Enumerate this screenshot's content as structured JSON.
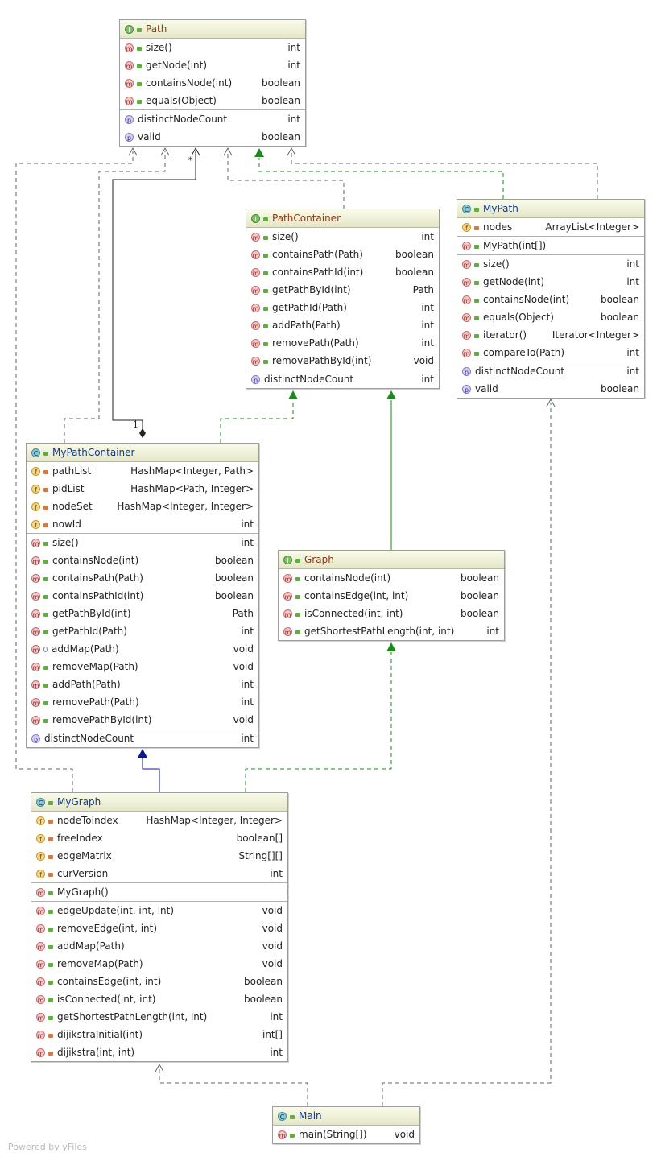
{
  "classes": [
    {
      "id": "Path",
      "kind": "interface",
      "name": "Path",
      "members": [
        {
          "badge": "m",
          "vis": "pub",
          "name": "size()",
          "type": "int"
        },
        {
          "badge": "m",
          "vis": "pub",
          "name": "getNode(int)",
          "type": "int"
        },
        {
          "badge": "m",
          "vis": "pub",
          "name": "containsNode(int)",
          "type": "boolean"
        },
        {
          "badge": "m",
          "vis": "pub",
          "name": "equals(Object)",
          "type": "boolean"
        },
        {
          "badge": "p",
          "vis": "none",
          "name": "distinctNodeCount",
          "type": "int",
          "sep": true
        },
        {
          "badge": "p",
          "vis": "none",
          "name": "valid",
          "type": "boolean"
        }
      ]
    },
    {
      "id": "PathContainer",
      "kind": "interface",
      "name": "PathContainer",
      "members": [
        {
          "badge": "m",
          "vis": "pub",
          "name": "size()",
          "type": "int"
        },
        {
          "badge": "m",
          "vis": "pub",
          "name": "containsPath(Path)",
          "type": "boolean"
        },
        {
          "badge": "m",
          "vis": "pub",
          "name": "containsPathId(int)",
          "type": "boolean"
        },
        {
          "badge": "m",
          "vis": "pub",
          "name": "getPathById(int)",
          "type": "Path"
        },
        {
          "badge": "m",
          "vis": "pub",
          "name": "getPathId(Path)",
          "type": "int"
        },
        {
          "badge": "m",
          "vis": "pub",
          "name": "addPath(Path)",
          "type": "int"
        },
        {
          "badge": "m",
          "vis": "pub",
          "name": "removePath(Path)",
          "type": "int"
        },
        {
          "badge": "m",
          "vis": "pub",
          "name": "removePathById(int)",
          "type": "void"
        },
        {
          "badge": "p",
          "vis": "none",
          "name": "distinctNodeCount",
          "type": "int",
          "sep": true
        }
      ]
    },
    {
      "id": "MyPath",
      "kind": "class",
      "name": "MyPath",
      "members": [
        {
          "badge": "f",
          "vis": "priv",
          "name": "nodes",
          "type": "ArrayList<Integer>"
        },
        {
          "badge": "m",
          "vis": "pub",
          "name": "MyPath(int[])",
          "type": "",
          "sep": true
        },
        {
          "badge": "m",
          "vis": "pub",
          "name": "size()",
          "type": "int",
          "sep": true
        },
        {
          "badge": "m",
          "vis": "pub",
          "name": "getNode(int)",
          "type": "int"
        },
        {
          "badge": "m",
          "vis": "pub",
          "name": "containsNode(int)",
          "type": "boolean"
        },
        {
          "badge": "m",
          "vis": "pub",
          "name": "equals(Object)",
          "type": "boolean"
        },
        {
          "badge": "m",
          "vis": "pub",
          "name": "iterator()",
          "type": "Iterator<Integer>"
        },
        {
          "badge": "m",
          "vis": "pub",
          "name": "compareTo(Path)",
          "type": "int"
        },
        {
          "badge": "p",
          "vis": "none",
          "name": "distinctNodeCount",
          "type": "int",
          "sep": true
        },
        {
          "badge": "p",
          "vis": "none",
          "name": "valid",
          "type": "boolean"
        }
      ]
    },
    {
      "id": "MyPathContainer",
      "kind": "class",
      "name": "MyPathContainer",
      "members": [
        {
          "badge": "f",
          "vis": "priv",
          "name": "pathList",
          "type": "HashMap<Integer, Path>"
        },
        {
          "badge": "f",
          "vis": "priv",
          "name": "pidList",
          "type": "HashMap<Path, Integer>"
        },
        {
          "badge": "f",
          "vis": "priv",
          "name": "nodeSet",
          "type": "HashMap<Integer, Integer>"
        },
        {
          "badge": "f",
          "vis": "priv",
          "name": "nowId",
          "type": "int"
        },
        {
          "badge": "m",
          "vis": "pub",
          "name": "size()",
          "type": "int",
          "sep": true
        },
        {
          "badge": "m",
          "vis": "pub",
          "name": "containsNode(int)",
          "type": "boolean"
        },
        {
          "badge": "m",
          "vis": "pub",
          "name": "containsPath(Path)",
          "type": "boolean"
        },
        {
          "badge": "m",
          "vis": "pub",
          "name": "containsPathId(int)",
          "type": "boolean"
        },
        {
          "badge": "m",
          "vis": "pub",
          "name": "getPathById(int)",
          "type": "Path"
        },
        {
          "badge": "m",
          "vis": "pub",
          "name": "getPathId(Path)",
          "type": "int"
        },
        {
          "badge": "m",
          "vis": "pkg",
          "name": "addMap(Path)",
          "type": "void"
        },
        {
          "badge": "m",
          "vis": "pub",
          "name": "removeMap(Path)",
          "type": "void"
        },
        {
          "badge": "m",
          "vis": "pub",
          "name": "addPath(Path)",
          "type": "int"
        },
        {
          "badge": "m",
          "vis": "pub",
          "name": "removePath(Path)",
          "type": "int"
        },
        {
          "badge": "m",
          "vis": "pub",
          "name": "removePathById(int)",
          "type": "void"
        },
        {
          "badge": "p",
          "vis": "none",
          "name": "distinctNodeCount",
          "type": "int",
          "sep": true
        }
      ]
    },
    {
      "id": "Graph",
      "kind": "interface",
      "name": "Graph",
      "members": [
        {
          "badge": "m",
          "vis": "pub",
          "name": "containsNode(int)",
          "type": "boolean"
        },
        {
          "badge": "m",
          "vis": "pub",
          "name": "containsEdge(int, int)",
          "type": "boolean"
        },
        {
          "badge": "m",
          "vis": "pub",
          "name": "isConnected(int, int)",
          "type": "boolean"
        },
        {
          "badge": "m",
          "vis": "pub",
          "name": "getShortestPathLength(int, int)",
          "type": "int"
        }
      ]
    },
    {
      "id": "MyGraph",
      "kind": "class",
      "name": "MyGraph",
      "members": [
        {
          "badge": "f",
          "vis": "priv",
          "name": "nodeToIndex",
          "type": "HashMap<Integer, Integer>"
        },
        {
          "badge": "f",
          "vis": "priv",
          "name": "freeIndex",
          "type": "boolean[]"
        },
        {
          "badge": "f",
          "vis": "priv",
          "name": "edgeMatrix",
          "type": "String[][]"
        },
        {
          "badge": "f",
          "vis": "priv",
          "name": "curVersion",
          "type": "int"
        },
        {
          "badge": "m",
          "vis": "pub",
          "name": "MyGraph()",
          "type": "",
          "sep": true
        },
        {
          "badge": "m",
          "vis": "pub",
          "name": "edgeUpdate(int, int, int)",
          "type": "void",
          "sep": true
        },
        {
          "badge": "m",
          "vis": "pub",
          "name": "removeEdge(int, int)",
          "type": "void"
        },
        {
          "badge": "m",
          "vis": "pub",
          "name": "addMap(Path)",
          "type": "void"
        },
        {
          "badge": "m",
          "vis": "pub",
          "name": "removeMap(Path)",
          "type": "void"
        },
        {
          "badge": "m",
          "vis": "pub",
          "name": "containsEdge(int, int)",
          "type": "boolean"
        },
        {
          "badge": "m",
          "vis": "pub",
          "name": "isConnected(int, int)",
          "type": "boolean"
        },
        {
          "badge": "m",
          "vis": "pub",
          "name": "getShortestPathLength(int, int)",
          "type": "int"
        },
        {
          "badge": "m",
          "vis": "priv",
          "name": "dijikstraInitial(int)",
          "type": "int[]"
        },
        {
          "badge": "m",
          "vis": "priv",
          "name": "dijikstra(int, int)",
          "type": "int"
        }
      ]
    },
    {
      "id": "Main",
      "kind": "main",
      "name": "Main",
      "members": [
        {
          "badge": "m",
          "vis": "pub",
          "name": "main(String[])",
          "type": "void"
        }
      ]
    }
  ],
  "multiplicity": {
    "many": "*",
    "one": "1"
  },
  "footer": "Powered by yFiles",
  "colors": {
    "implements": "#1a8a1a",
    "extends": "#0b1a8a",
    "dependency": "#5a6a5a",
    "composition": "#222222"
  }
}
